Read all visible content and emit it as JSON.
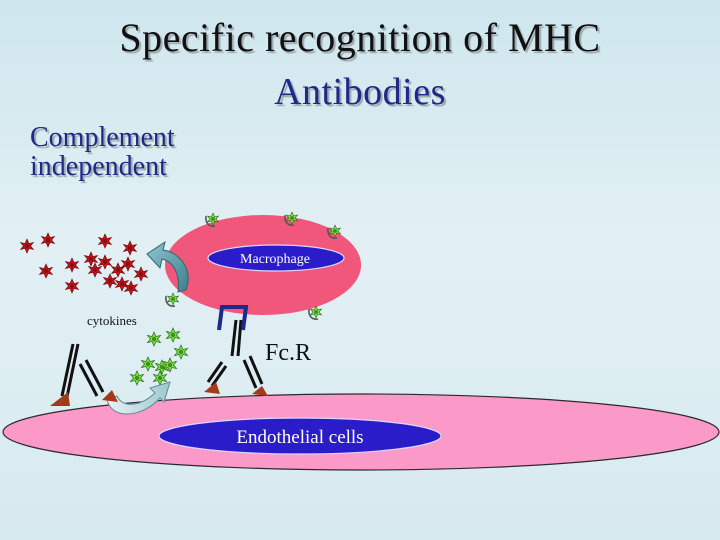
{
  "slide": {
    "title_line1": "Specific recognition of MHC",
    "title_line2": "Antibodies",
    "subtitle_line1": "Complement",
    "subtitle_line2": "independent"
  },
  "diagram": {
    "macrophage_label": "Macrophage",
    "receptor_label": "Fc.R",
    "cytokines_label": "cytokines",
    "endothelial_label": "Endothelial cells"
  },
  "colors": {
    "background": "#d6eaf0",
    "macrophage": "#f0577a",
    "endothelial_cell": "#fb9ac8",
    "nucleus": "#2b1cc9",
    "title_text": "#111111",
    "accent_text": "#1e2a88",
    "cytokine_red": "#c5151c",
    "cytokine_green": "#7ee04a",
    "arrow": "#5a9aa8",
    "receptor": "#1e2a88"
  }
}
